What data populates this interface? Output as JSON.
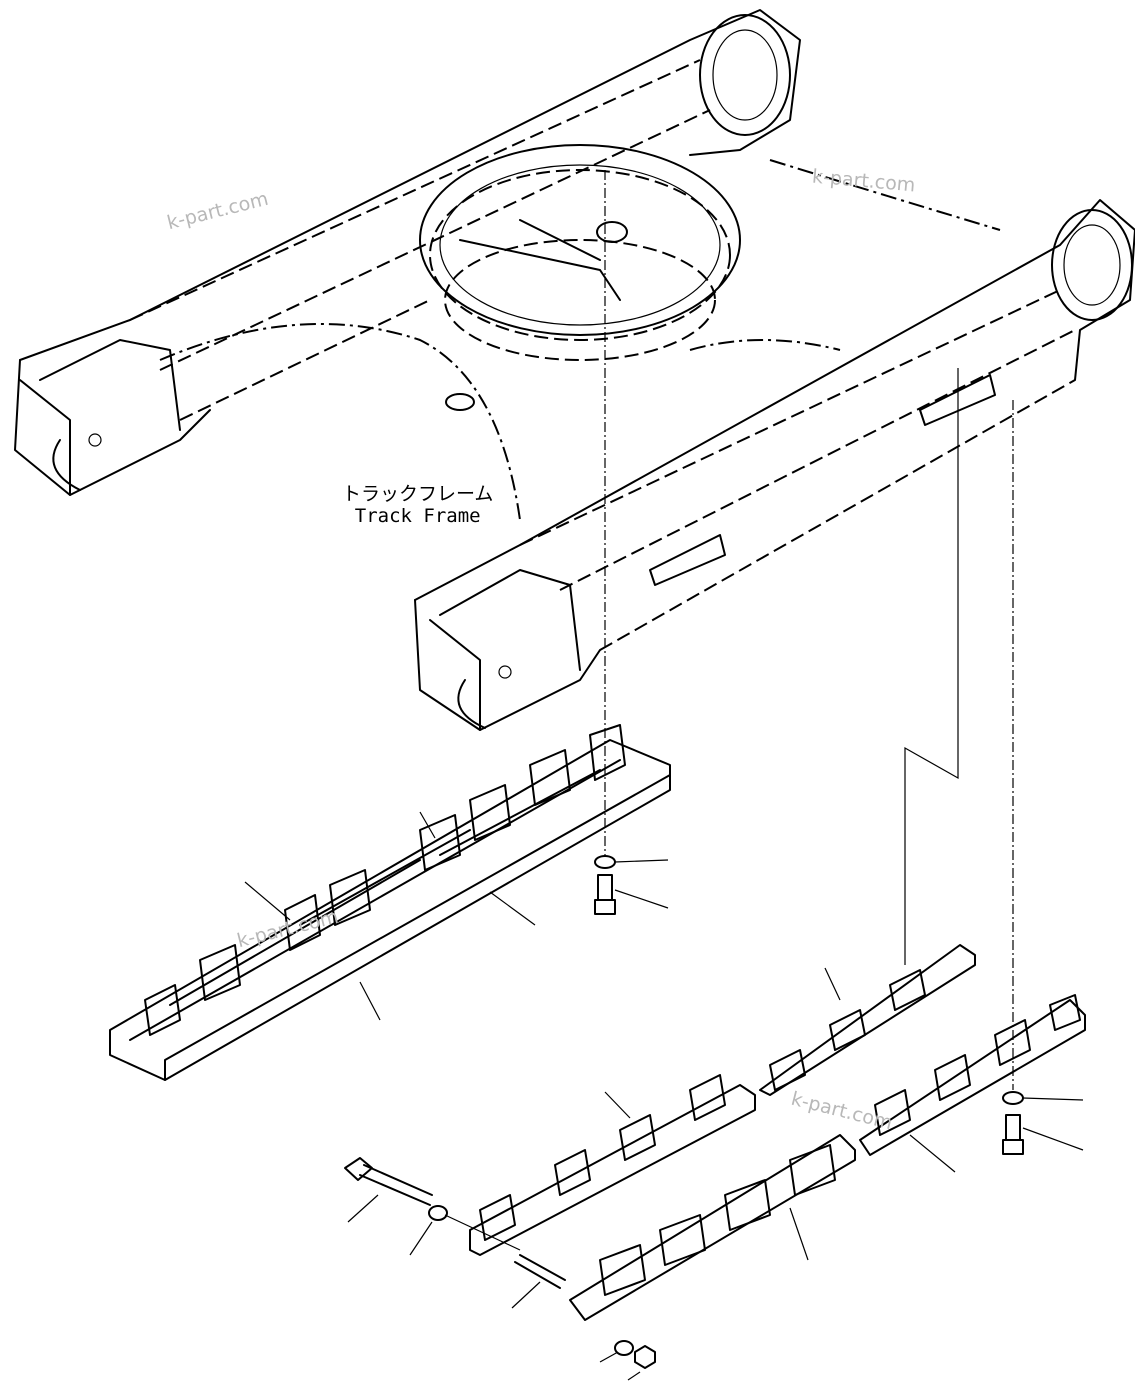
{
  "callout": {
    "label_jp": "トラックフレーム",
    "label_en": "Track Frame"
  },
  "watermarks": [
    "k-part.com",
    "k-part.com",
    "k-part.com",
    "k-part.com"
  ],
  "colors": {
    "line": "#000000",
    "background": "#ffffff",
    "watermark": "#b8b8b8"
  }
}
